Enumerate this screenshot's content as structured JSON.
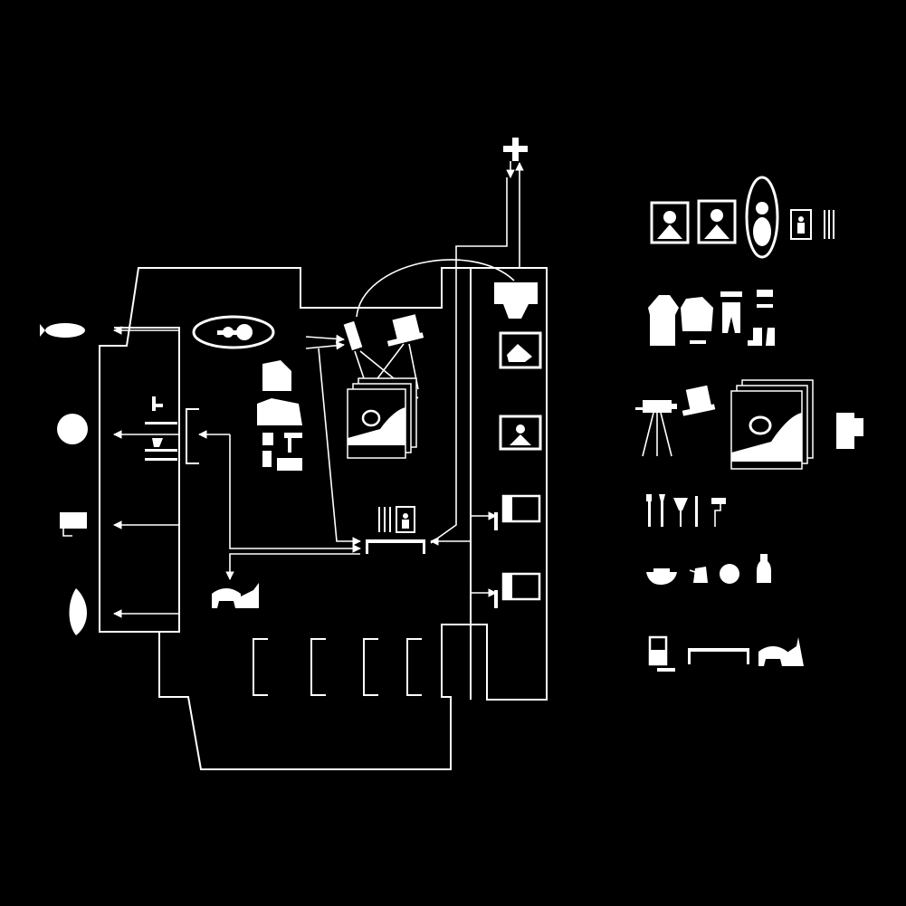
{
  "colors": {
    "background": "#000000",
    "foreground": "#ffffff"
  },
  "diagram": {
    "kind": "museum-floor-plan-with-object-flow",
    "text_labels": []
  },
  "legend": {
    "rows": [
      {
        "name": "portraits",
        "icons": [
          "framed-portrait-icon",
          "framed-portrait-icon",
          "oval-portrait-icon",
          "small-frame-icon",
          "tools-icon"
        ]
      },
      {
        "name": "clothing",
        "icons": [
          "dress-icon",
          "jacket-icon",
          "trousers-icon",
          "hat-boots-icon"
        ]
      },
      {
        "name": "projection",
        "icons": [
          "projector-on-tripod-icon",
          "top-hat-camera-icon",
          "stacked-screens-icon",
          "toilet-icon"
        ]
      },
      {
        "name": "tools",
        "icons": [
          "brush-icon",
          "brush-icon",
          "cup-icon",
          "pen-icon",
          "paint-roller-icon"
        ]
      },
      {
        "name": "ceramics",
        "icons": [
          "bowl-icon",
          "teapot-icon",
          "round-pot-icon",
          "bottle-vase-icon"
        ]
      },
      {
        "name": "furniture",
        "icons": [
          "cabinet-icon",
          "bench-icon",
          "chair-icon"
        ]
      }
    ]
  }
}
